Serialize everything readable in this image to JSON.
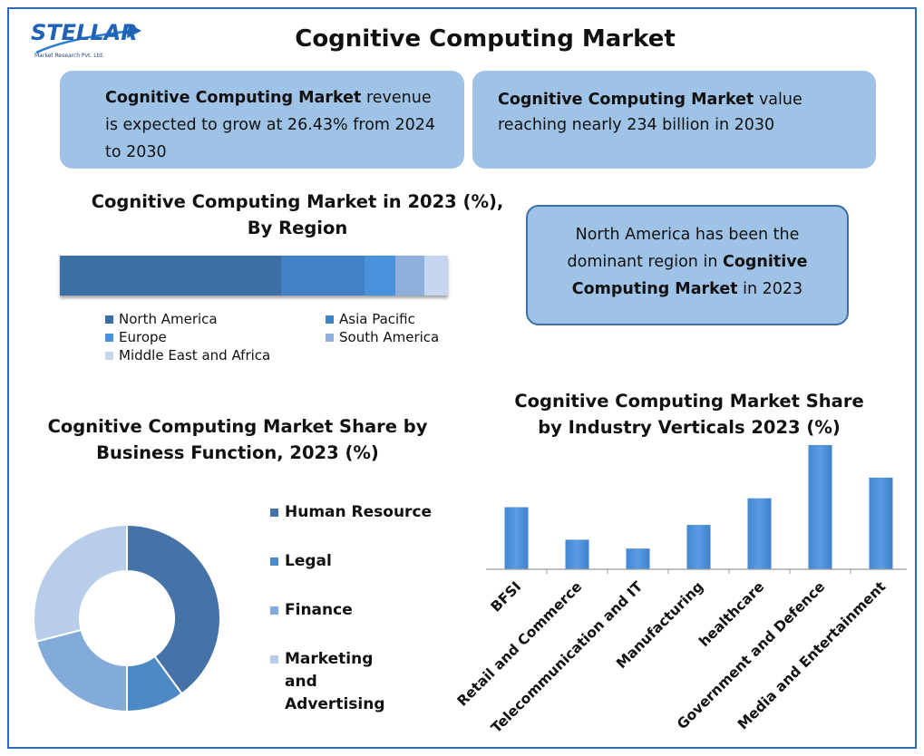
{
  "logo": {
    "name": "STELLAR",
    "subtitle": "Market Research Pvt. Ltd."
  },
  "title": "Cognitive Computing Market",
  "cards": [
    {
      "bold": "Cognitive Computing Market",
      "text": " revenue is expected to grow at 26.43% from 2024 to 2030"
    },
    {
      "bold": "Cognitive Computing Market",
      "text": " value reaching nearly 234 billion in 2030"
    },
    {
      "pre": "North America has been the dominant region in ",
      "bold": "Cognitive Computing Market",
      "post": " in 2023"
    }
  ],
  "colors": {
    "card_fill": "#9fc3e6",
    "frame": "#2f6db5",
    "region": [
      "#3d6fa6",
      "#4181c6",
      "#4a91dc",
      "#8eaedc",
      "#c5d6ee"
    ],
    "function": [
      "#4573a8",
      "#4d89c5",
      "#82abda",
      "#b7cde9"
    ],
    "industry_bar": "#4a8bd6"
  },
  "chart_data": [
    {
      "type": "bar",
      "orientation": "horizontal-stacked",
      "title": "Cognitive Computing Market in 2023 (%), By Region",
      "series": [
        {
          "name": "North America",
          "values": [
            57
          ]
        },
        {
          "name": "Asia Pacific",
          "values": [
            21.5
          ]
        },
        {
          "name": "Europe",
          "values": [
            8
          ]
        },
        {
          "name": "South America",
          "values": [
            7.5
          ]
        },
        {
          "name": "Middle East and Africa",
          "values": [
            6
          ]
        }
      ],
      "legend": "bottom",
      "grid": false
    },
    {
      "type": "pie",
      "subtype": "donut",
      "title": "Cognitive Computing Market Share by Business Function, 2023 (%)",
      "categories": [
        "Human Resource",
        "Legal",
        "Finance",
        "Marketing and Advertising"
      ],
      "values": [
        40,
        10,
        21,
        29
      ],
      "legend": "right"
    },
    {
      "type": "bar",
      "title": "Cognitive Computing Market Share by Industry Verticals 2023 (%)",
      "categories": [
        "BFSI",
        "Retail and Commerce",
        "Telecommunication and IT",
        "Manufacturing",
        "healthcare",
        "Government and Defence",
        "Media and Entertainment"
      ],
      "values": [
        10.5,
        5,
        3.5,
        7.5,
        12,
        21,
        15.5
      ],
      "ylim": [
        0,
        21
      ],
      "grid": false,
      "legend": "none"
    }
  ]
}
